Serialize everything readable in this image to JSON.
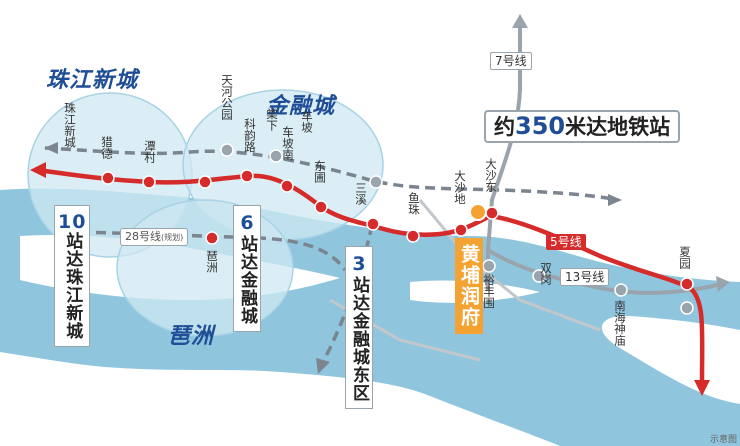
{
  "districts": {
    "zhujiang": "珠江新城",
    "jinrong": "金融城",
    "pazhou": "琶洲"
  },
  "stations": {
    "zhujiang_xincheng": "珠江新城",
    "liede": "猎德",
    "tancun": "潭村",
    "tianhe_gongyuan": "天河公园",
    "keyunlu": "科韵路",
    "tangxia": "棠下",
    "chepo": "车坡",
    "chepo_nan": "车坡南",
    "dongpu": "东圃",
    "sanxi": "三溪",
    "yuzhu": "鱼珠",
    "dashadi": "大沙地",
    "dashadong": "大沙东",
    "yufengwei": "裕丰围",
    "shuanggang": "双岗",
    "nanhai_shenmiao": "南海神庙",
    "xiayuan": "夏园",
    "pazhou": "琶洲"
  },
  "lines": {
    "line5": "5号线",
    "line7": "7号线",
    "line13": "13号线",
    "line28": "28号线",
    "line28_note": "(规划)"
  },
  "callouts": {
    "metro_distance_prefix": "约",
    "metro_distance_num": "350",
    "metro_distance_suffix": "米达地铁站",
    "stops10_num": "10",
    "stops10_text": "站达珠江新城",
    "stops6_num": "6",
    "stops6_text": "站达金融城",
    "stops3_num": "3",
    "stops3_text": "站达金融城东区",
    "project": "黄埔润府"
  },
  "footnote": "示意图",
  "colors": {
    "line5": "#d62b2b",
    "other_lines": "#9aa4ad",
    "planned_line": "#7a8590",
    "river": "#8fc6de",
    "zone": "#cfe8f2",
    "accent_blue": "#1f4e96",
    "project_orange": "#f4a232"
  }
}
